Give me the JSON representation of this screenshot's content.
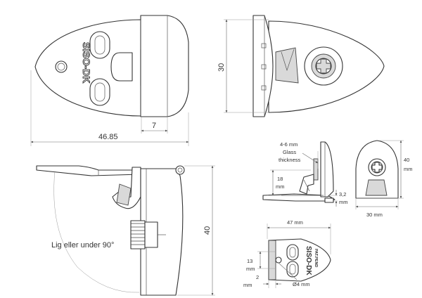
{
  "dimensions": {
    "top_width": "46.85",
    "bracket_depth": "7",
    "top_height": "30",
    "side_height": "40",
    "glass_thickness_line1": "4-6 mm",
    "glass_thickness_line2": "Glass",
    "glass_thickness_line3": "thickness",
    "clamp_height": "18",
    "clamp_height_unit": "mm",
    "gap_value": "3,2",
    "gap_unit": "mm",
    "small_height": "40",
    "small_height_unit": "mm",
    "small_width": "30 mm",
    "bottom_width": "47 mm",
    "hole_spacing": "13",
    "hole_spacing_unit": "mm",
    "edge_offset": "2",
    "edge_offset_unit": "mm",
    "hole_diameter": "Ø4 mm"
  },
  "annotations": {
    "angle_note": "Lig eller under 90°"
  },
  "branding": {
    "logo_main": "SISO-DK",
    "logo_sub": "PAT.PEND"
  },
  "colors": {
    "line": "#333333",
    "dimension": "#6b6b6b",
    "fill": "#d9d9d9",
    "background": "#ffffff"
  }
}
